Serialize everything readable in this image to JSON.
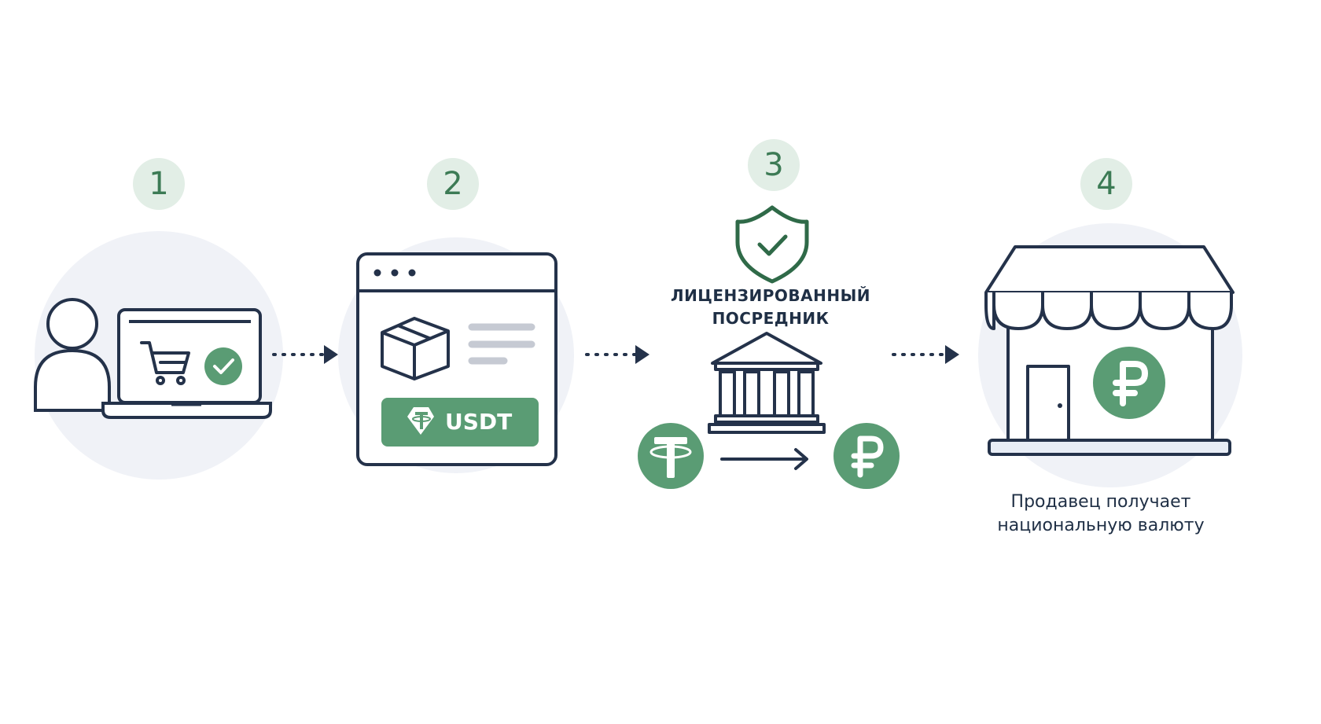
{
  "steps": [
    {
      "number": "1"
    },
    {
      "number": "2",
      "pay_button": "USDT"
    },
    {
      "number": "3",
      "intermediary_line1": "ЛИЦЕНЗИРОВАННЫЙ",
      "intermediary_line2": "ПОСРЕДНИК"
    },
    {
      "number": "4",
      "caption_line1": "Продавец получает",
      "caption_line2": "национальную валюту"
    }
  ],
  "icons": {
    "step1": [
      "user-icon",
      "laptop-icon",
      "shopping-cart-icon",
      "check-badge-icon"
    ],
    "step2": [
      "browser-window-icon",
      "package-box-icon",
      "tether-icon"
    ],
    "step3": [
      "shield-check-icon",
      "bank-building-icon",
      "tether-coin-icon",
      "arrow-right-icon",
      "ruble-coin-icon"
    ],
    "step4": [
      "storefront-icon",
      "ruble-coin-icon"
    ]
  },
  "colors": {
    "accent_green": "#5a9c74",
    "badge_bg": "#e2eee6",
    "badge_text": "#3c7b55",
    "stroke_dark": "#24324a",
    "halo": "#f0f2f7",
    "shield_green": "#2f6a48"
  }
}
